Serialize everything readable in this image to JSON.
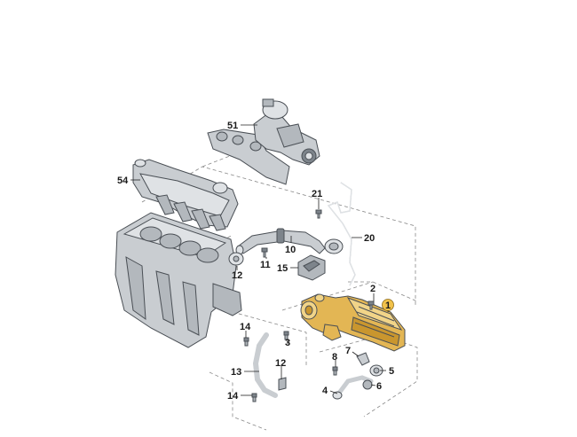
{
  "callouts": {
    "c1": "1",
    "c2": "2",
    "c3": "3",
    "c4": "4",
    "c5": "5",
    "c6": "6",
    "c7": "7",
    "c8": "8",
    "c10": "10",
    "c11": "11",
    "c12a": "12",
    "c12b": "12",
    "c13": "13",
    "c14a": "14",
    "c14b": "14",
    "c15": "15",
    "c20": "20",
    "c21": "21",
    "c51": "51",
    "c54": "54"
  },
  "colors": {
    "highlight_part": "#e3b654",
    "callout_highlight": "#f2c24a",
    "other_parts": "#c9cdd1",
    "lines": "#222222"
  },
  "highlighted_part": "1"
}
